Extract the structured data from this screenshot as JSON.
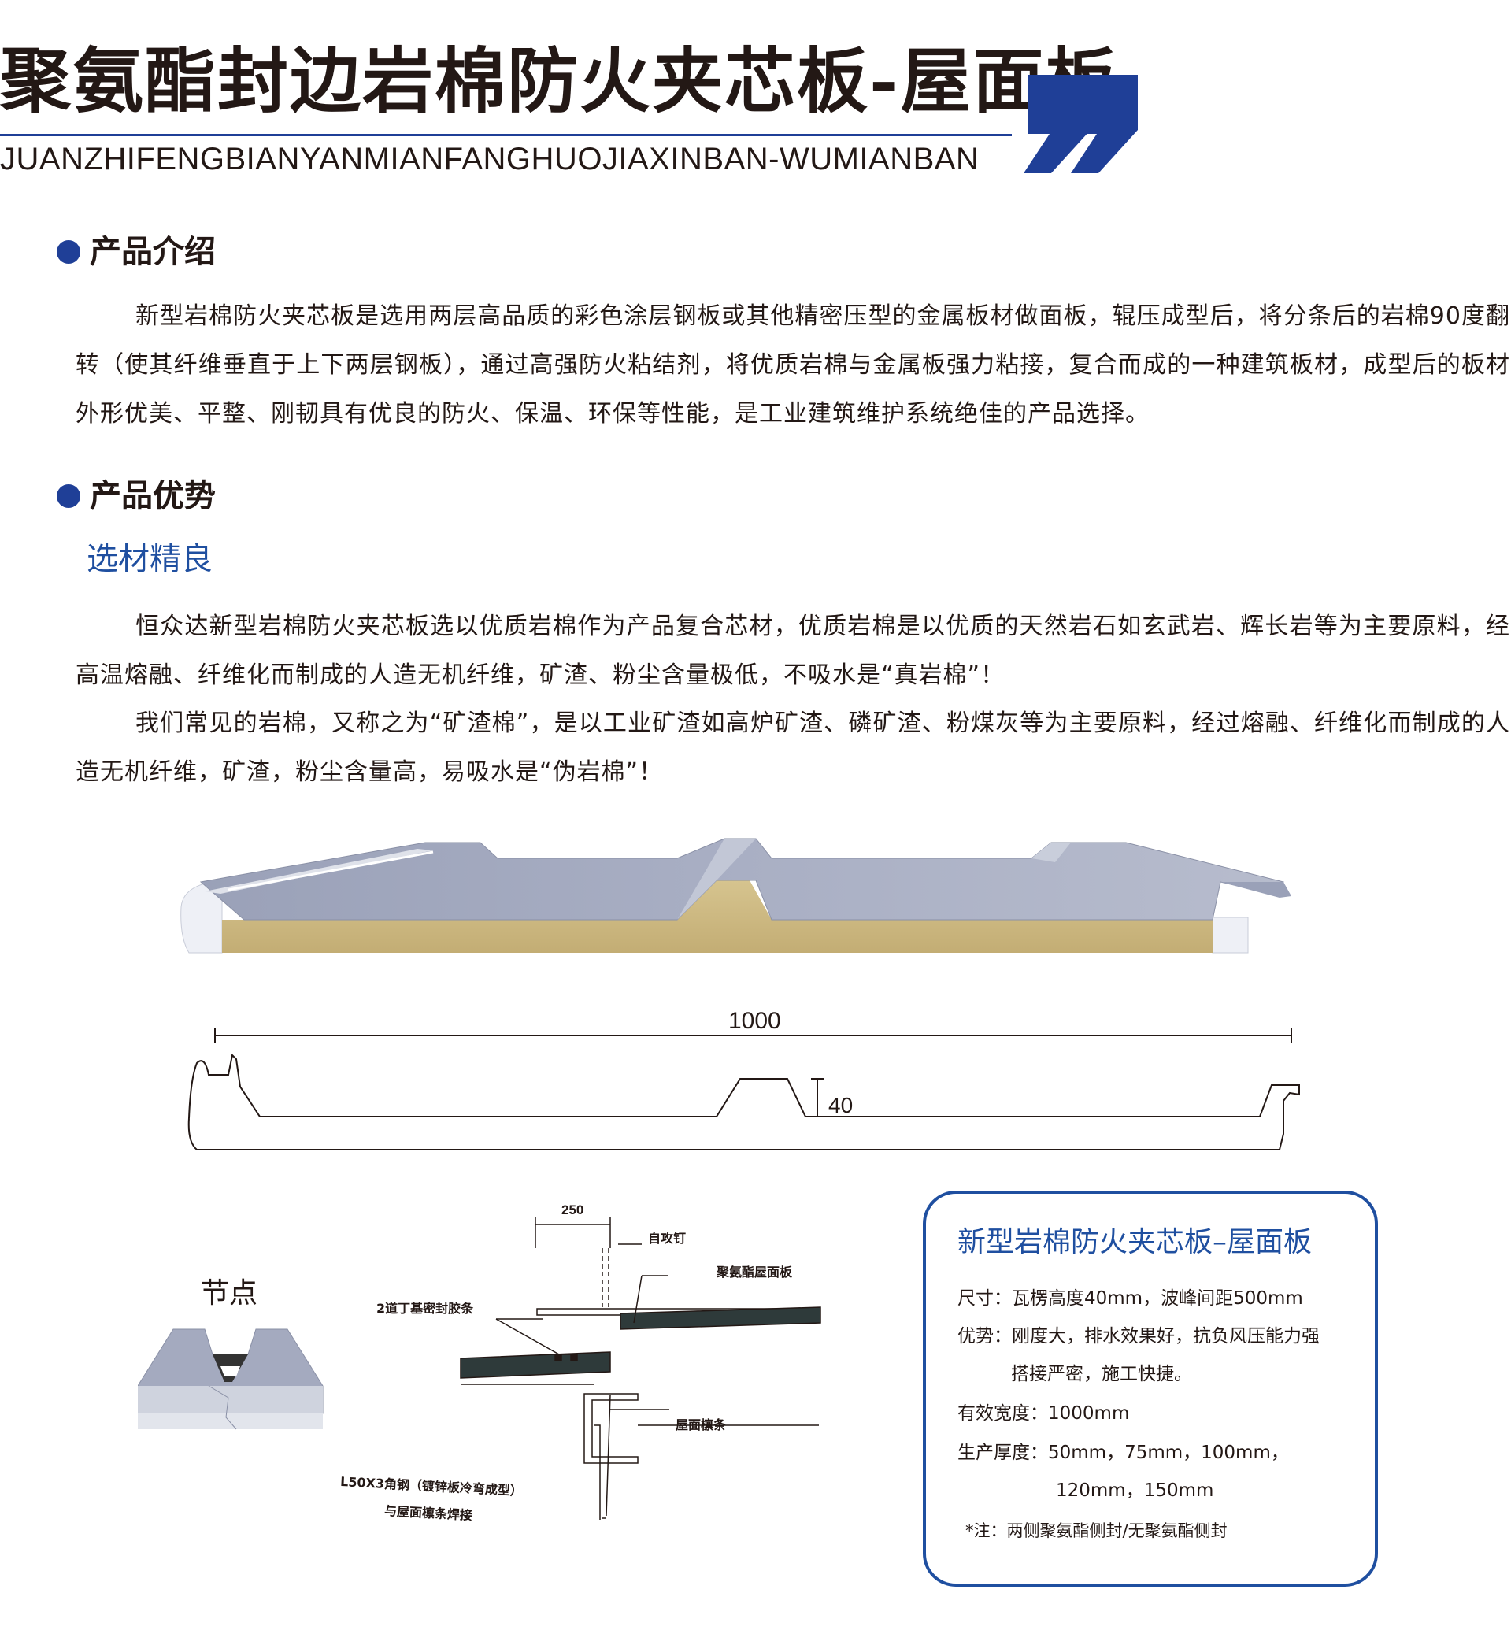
{
  "header": {
    "title_cn": "聚氨酯封边岩棉防火夹芯板-屋面板",
    "title_pinyin": "JUANZHIFENGBIANYANMIANFANGHUOJIAXINBAN-WUMIANBAN",
    "accent_color": "#1f3f97"
  },
  "intro": {
    "heading": "产品介绍",
    "body": "新型岩棉防火夹芯板是选用两层高品质的彩色涂层钢板或其他精密压型的金属板材做面板，辊压成型后，将分条后的岩棉90度翻转（使其纤维垂直于上下两层钢板），通过高强防火粘结剂，将优质岩棉与金属板强力粘接，复合而成的一种建筑板材，成型后的板材外形优美、平整、刚韧具有优良的防火、保温、环保等性能，是工业建筑维护系统绝佳的产品选择。"
  },
  "advantage": {
    "heading": "产品优势",
    "subheading": "选材精良",
    "para1": "恒众达新型岩棉防火夹芯板选以优质岩棉作为产品复合芯材，优质岩棉是以优质的天然岩石如玄武岩、辉长岩等为主要原料，经高温熔融、纤维化而制成的人造无机纤维，矿渣、粉尘含量极低，不吸水是“真岩棉”！",
    "para2": "我们常见的岩棉，又称之为“矿渣棉”，是以工业矿渣如高炉矿渣、磷矿渣、粉煤灰等为主要原料，经过熔融、纤维化而制成的人造无机纤维，矿渣，粉尘含量高，易吸水是“伪岩棉”！"
  },
  "profile": {
    "width_label": "1000",
    "rib_label": "40"
  },
  "node": {
    "label": "节点"
  },
  "detail": {
    "dim_250": "250",
    "screw": "自攻钉",
    "roof_panel": "聚氨酯屋面板",
    "sealant": "2道丁基密封胶条",
    "purlin": "屋面檩条",
    "angle_line1": "L50X3角钢（镀锌板冷弯成型）",
    "angle_line2": "与屋面檩条焊接"
  },
  "spec": {
    "title": "新型岩棉防火夹芯板–屋面板",
    "size": "尺寸：瓦楞高度40mm，波峰间距500mm",
    "advantage_1": "优势：刚度大，排水效果好，抗负风压能力强",
    "advantage_2": "搭接严密，施工快捷。",
    "width": "有效宽度：1000mm",
    "thickness_1": "生产厚度：50mm，75mm，100mm，",
    "thickness_2": "120mm，150mm",
    "note": "*注：两侧聚氨酯侧封/无聚氨酯侧封"
  }
}
